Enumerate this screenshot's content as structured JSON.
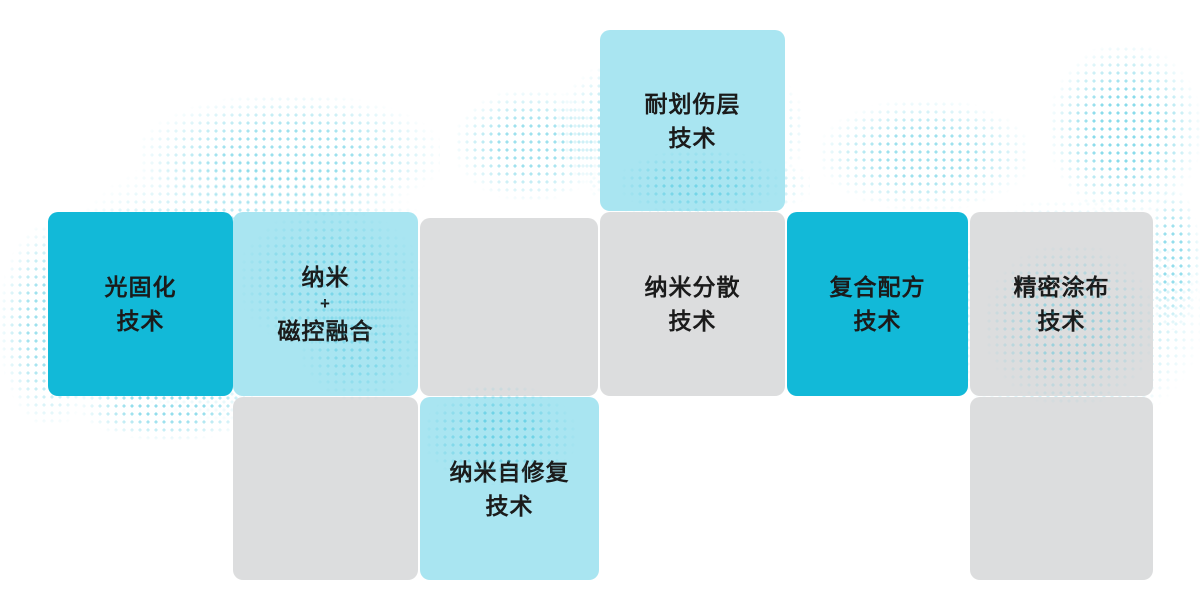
{
  "colors": {
    "tile_dark": "#12b9d8",
    "tile_light": "#a9e5f1",
    "tile_gray": "#dcddde",
    "dot": "#1ebad8",
    "text": "#1b1b1b"
  },
  "tiles": {
    "scratch_layer": {
      "lines": [
        "耐划伤层",
        "技术"
      ]
    },
    "photocuring": {
      "lines": [
        "光固化",
        "技术"
      ]
    },
    "nano_magnetron": {
      "lines": [
        "纳米",
        "+",
        "磁控融合"
      ]
    },
    "nano_dispersion": {
      "lines": [
        "纳米分散",
        "技术"
      ]
    },
    "composite_formula": {
      "lines": [
        "复合配方",
        "技术"
      ]
    },
    "precision_coating": {
      "lines": [
        "精密涂布",
        "技术"
      ]
    },
    "nano_self_repair": {
      "lines": [
        "纳米自修复",
        "技术"
      ]
    }
  }
}
